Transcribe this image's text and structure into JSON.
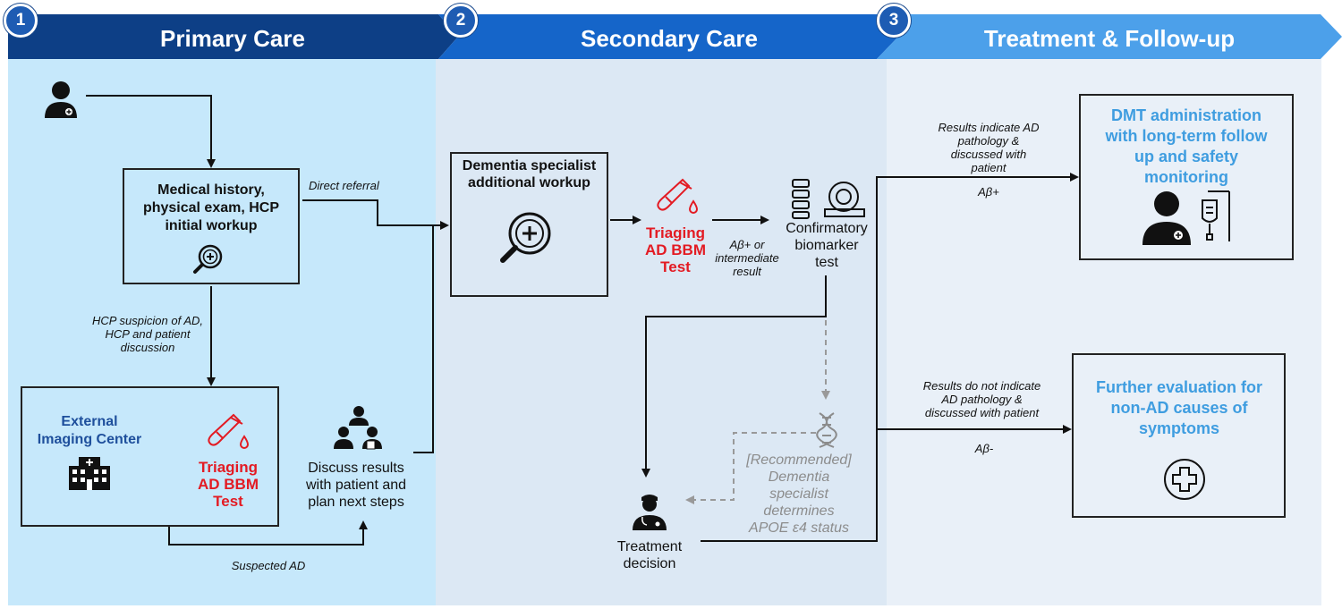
{
  "phases": [
    {
      "number": "1",
      "title": "Primary Care"
    },
    {
      "number": "2",
      "title": "Secondary Care"
    },
    {
      "number": "3",
      "title": "Treatment & Follow-up"
    }
  ],
  "primary": {
    "workup_line1": "Medical history,",
    "workup_line2": "physical exam, HCP",
    "workup_line3": "initial workup",
    "direct_referral": "Direct referral",
    "suspicion_line1": "HCP suspicion of AD,",
    "suspicion_line2": "HCP and patient",
    "suspicion_line3": "discussion",
    "imaging_line1": "External",
    "imaging_line2": "Imaging Center",
    "triage_line1": "Triaging",
    "triage_line2": "AD BBM",
    "triage_line3": "Test",
    "discuss_line1": "Discuss results",
    "discuss_line2": "with patient and",
    "discuss_line3": "plan next steps",
    "suspected_ad": "Suspected AD"
  },
  "secondary": {
    "specialist_line1": "Dementia specialist",
    "specialist_line2": "additional workup",
    "triage_line1": "Triaging",
    "triage_line2": "AD BBM",
    "triage_line3": "Test",
    "abeta_line1": "Aβ+ or",
    "abeta_line2": "intermediate",
    "abeta_line3": "result",
    "confirm_line1": "Confirmatory",
    "confirm_line2": "biomarker",
    "confirm_line3": "test",
    "apoe_line1": "[Recommended]",
    "apoe_line2": "Dementia",
    "apoe_line3": "specialist",
    "apoe_line4": "determines",
    "apoe_line5": "APOE ε4 status",
    "decision_line1": "Treatment",
    "decision_line2": "decision"
  },
  "treatment": {
    "pos_line1": "Results indicate AD",
    "pos_line2": "pathology &",
    "pos_line3": "discussed with",
    "pos_line4": "patient",
    "pos_label": "Aβ+",
    "dmt_line1": "DMT administration",
    "dmt_line2": "with long-term follow",
    "dmt_line3": "up and safety",
    "dmt_line4": "monitoring",
    "neg_line1": "Results do not indicate",
    "neg_line2": "AD pathology &",
    "neg_line3": "discussed with patient",
    "neg_label": "Aβ-",
    "further_line1": "Further evaluation for",
    "further_line2": "non-AD causes of",
    "further_line3": "symptoms"
  },
  "colors": {
    "header1": "#0d3f86",
    "header2": "#1565c9",
    "header3": "#4ca0ea",
    "panel1": "#c6e8fb",
    "panel2": "#dce8f4",
    "panel3": "#e9f0f8",
    "triage_red": "#e31b23",
    "imaging_blue": "#1e4f9c",
    "outcome_blue": "#3f9de0"
  }
}
